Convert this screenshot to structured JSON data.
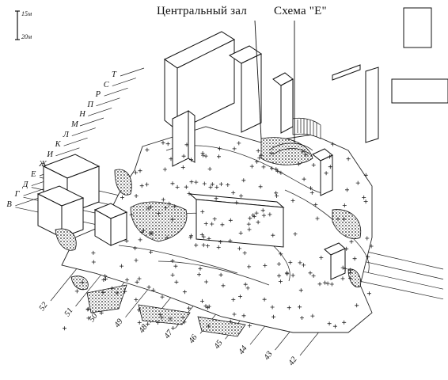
{
  "headings": {
    "central_hall": "Центральный зал",
    "scheme_e": "Схема \"Е\""
  },
  "scale": {
    "top": "15м",
    "bottom": "20м"
  },
  "row_labels": [
    "Т",
    "С",
    "Р",
    "П",
    "Н",
    "М",
    "Л",
    "К",
    "И",
    "Ж",
    "Е",
    "Д",
    "Г",
    "В"
  ],
  "column_labels": [
    "52",
    "51",
    "50",
    "49",
    "48",
    "47",
    "46",
    "45",
    "44",
    "43",
    "42"
  ],
  "colors": {
    "ink": "#111111",
    "paper": "#ffffff",
    "hatch": "#333333"
  }
}
